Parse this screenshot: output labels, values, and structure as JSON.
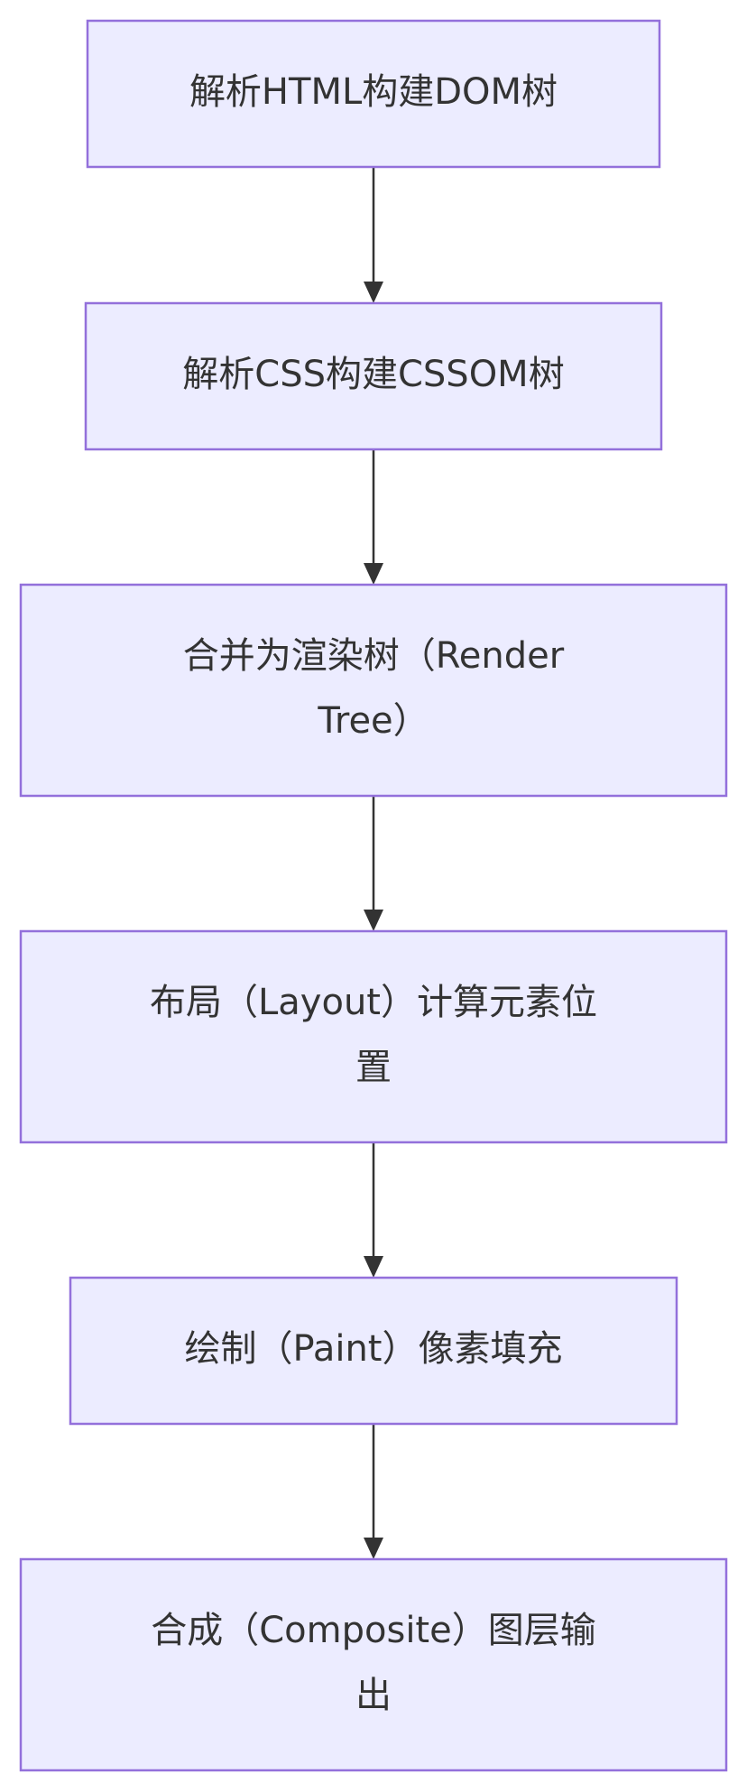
{
  "flowchart": {
    "nodes": [
      {
        "id": "parse-html",
        "lines": [
          "解析HTML构建DOM树"
        ]
      },
      {
        "id": "parse-css",
        "lines": [
          "解析CSS构建CSSOM树"
        ]
      },
      {
        "id": "render-tree",
        "lines": [
          "合并为渲染树（Render",
          "Tree）"
        ]
      },
      {
        "id": "layout",
        "lines": [
          "布局（Layout）计算元素位",
          "置"
        ]
      },
      {
        "id": "paint",
        "lines": [
          "绘制（Paint）像素填充"
        ]
      },
      {
        "id": "composite",
        "lines": [
          "合成（Composite）图层输",
          "出"
        ]
      }
    ],
    "edges": [
      {
        "from": "parse-html",
        "to": "parse-css"
      },
      {
        "from": "parse-css",
        "to": "render-tree"
      },
      {
        "from": "render-tree",
        "to": "layout"
      },
      {
        "from": "layout",
        "to": "paint"
      },
      {
        "from": "paint",
        "to": "composite"
      }
    ],
    "colors": {
      "node_fill": "#ECECFF",
      "node_stroke": "#9370DB",
      "edge": "#333333",
      "text": "#333333"
    }
  }
}
